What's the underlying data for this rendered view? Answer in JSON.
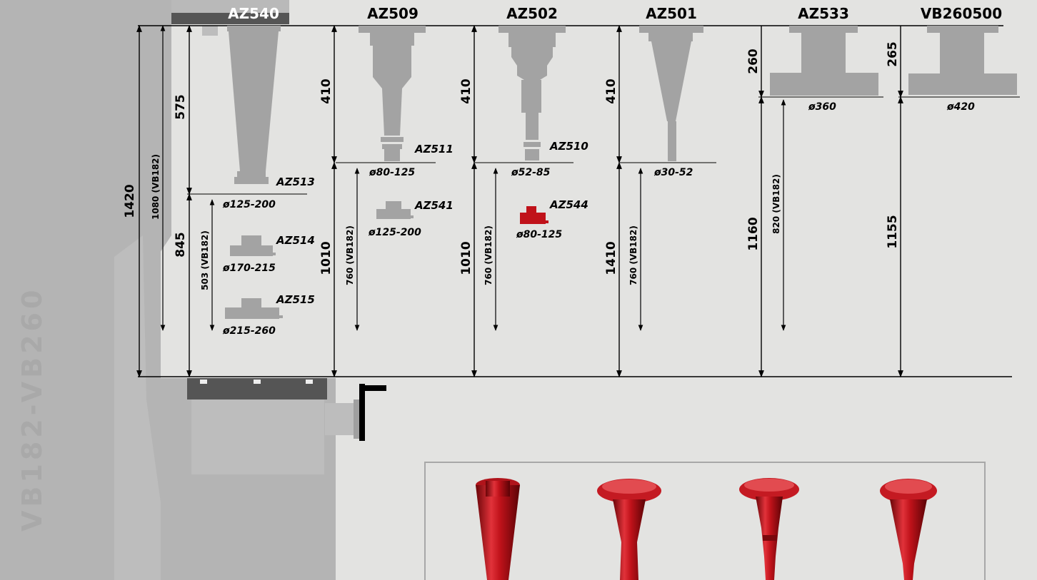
{
  "side_title": "VB182-VB260",
  "columns": [
    {
      "name": "AZ540"
    },
    {
      "name": "AZ509"
    },
    {
      "name": "AZ502"
    },
    {
      "name": "AZ501"
    },
    {
      "name": "AZ533"
    },
    {
      "name": "VB260500"
    }
  ],
  "dimensions": {
    "az540": {
      "total": "1420",
      "vb182_total": "1080  (VB182)",
      "upper": "575",
      "lower": "845",
      "vb182_lower": "503  (VB182)"
    },
    "az509": {
      "upper": "410",
      "lower": "1010",
      "vb182": "760  (VB182)"
    },
    "az502": {
      "upper": "410",
      "lower": "1010",
      "vb182": "760  (VB182)"
    },
    "az501": {
      "upper": "410",
      "lower": "1410",
      "vb182": "760  (VB182)"
    },
    "az533": {
      "upper": "260",
      "lower": "1160",
      "vb182": "820  (VB182)"
    },
    "vb260500": {
      "upper": "265",
      "lower": "1155"
    }
  },
  "accessories": [
    {
      "code": "AZ513",
      "diameter": "ø125-200"
    },
    {
      "code": "AZ514",
      "diameter": "ø170-215"
    },
    {
      "code": "AZ515",
      "diameter": "ø215-260"
    },
    {
      "code": "AZ511",
      "diameter": "ø80-125"
    },
    {
      "code": "AZ541",
      "diameter": "ø125-200"
    },
    {
      "code": "AZ510",
      "diameter": "ø52-85"
    },
    {
      "code": "AZ544",
      "diameter": "ø80-125"
    },
    {
      "code": "AZ501_tip",
      "diameter": "ø30-52"
    }
  ],
  "flange_diameters": {
    "az533": "ø360",
    "vb260500": "ø420"
  },
  "colors": {
    "background": "#e3e3e1",
    "machine_gray": "#b4b4b4",
    "part_gray": "#a3a3a3",
    "accent_red": "#c0121a",
    "ink": "#000000"
  }
}
